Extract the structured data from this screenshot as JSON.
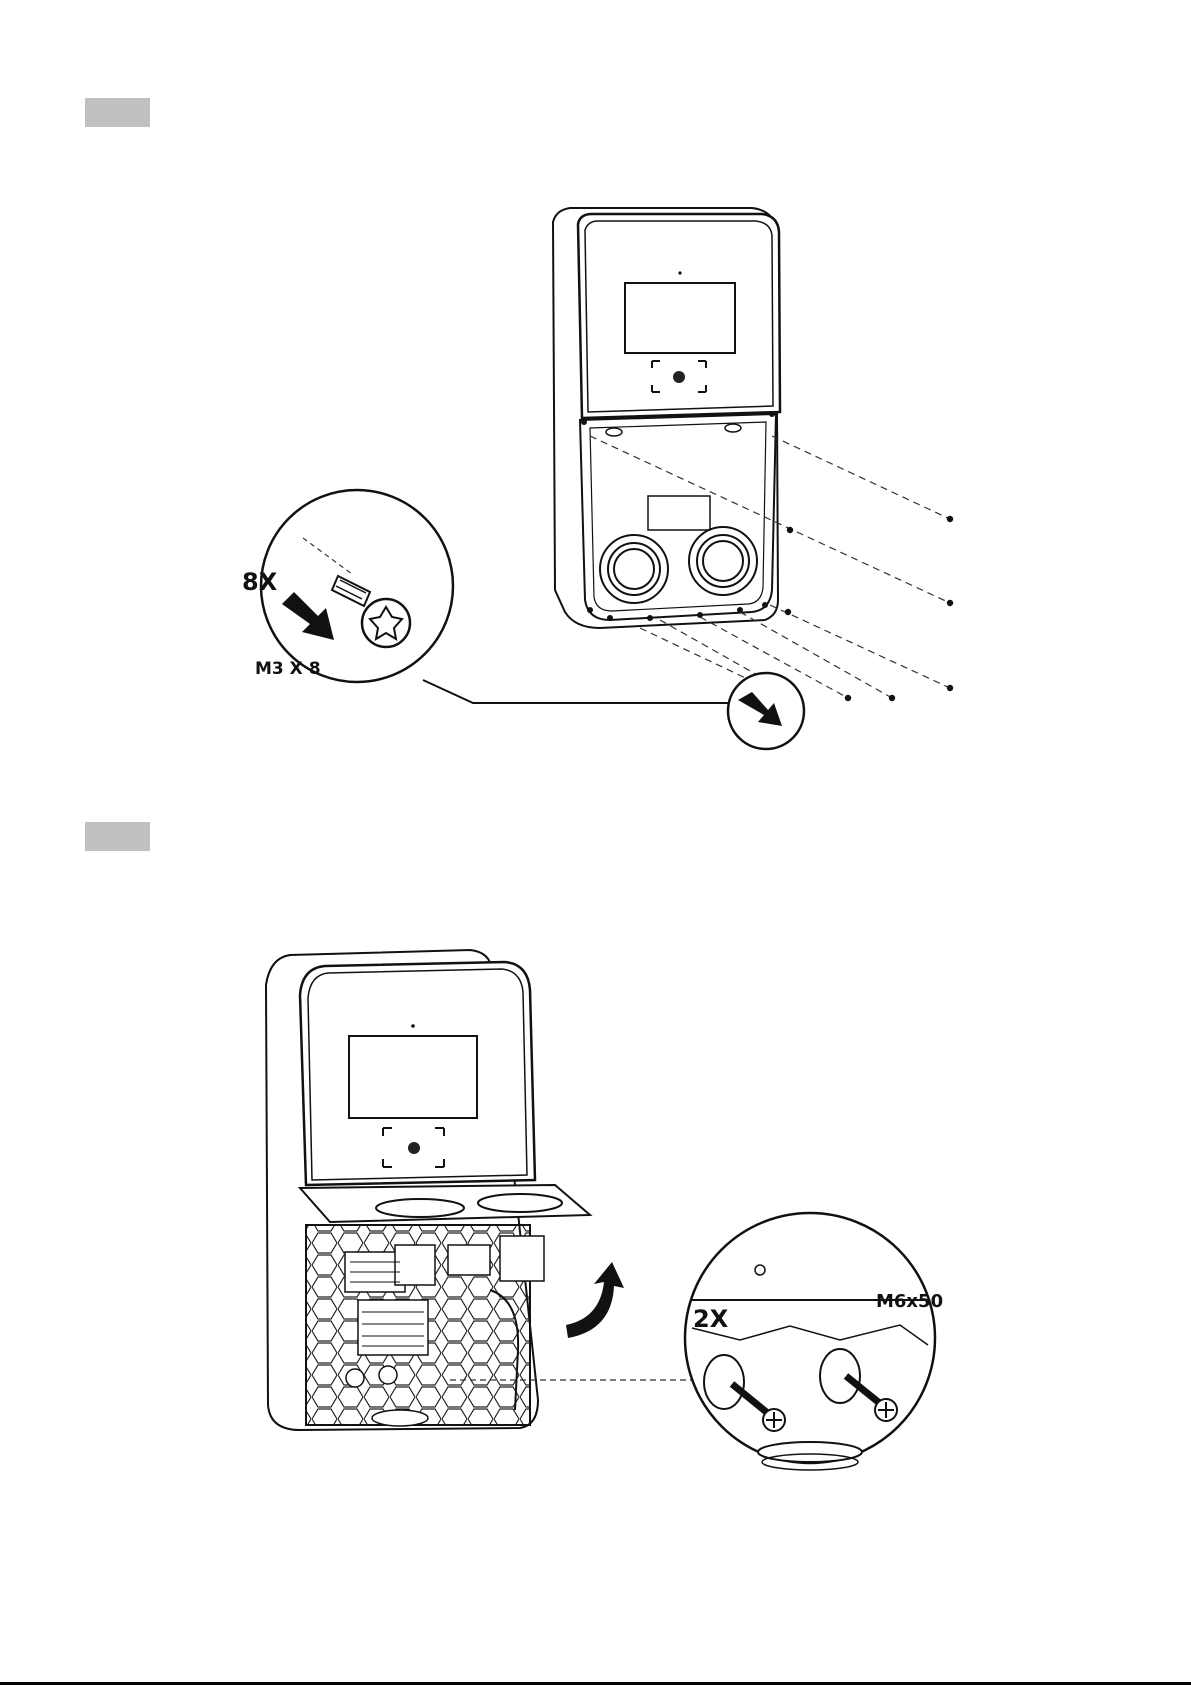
{
  "step1": {
    "screw_count": "8X",
    "screw_spec": "M3 X 8"
  },
  "step2": {
    "screw_count": "2X",
    "screw_spec": "M6x50"
  },
  "icons": {
    "screw": "torx-screw-icon",
    "arrow": "direction-arrow-icon",
    "logo": "charger-logo-icon"
  }
}
